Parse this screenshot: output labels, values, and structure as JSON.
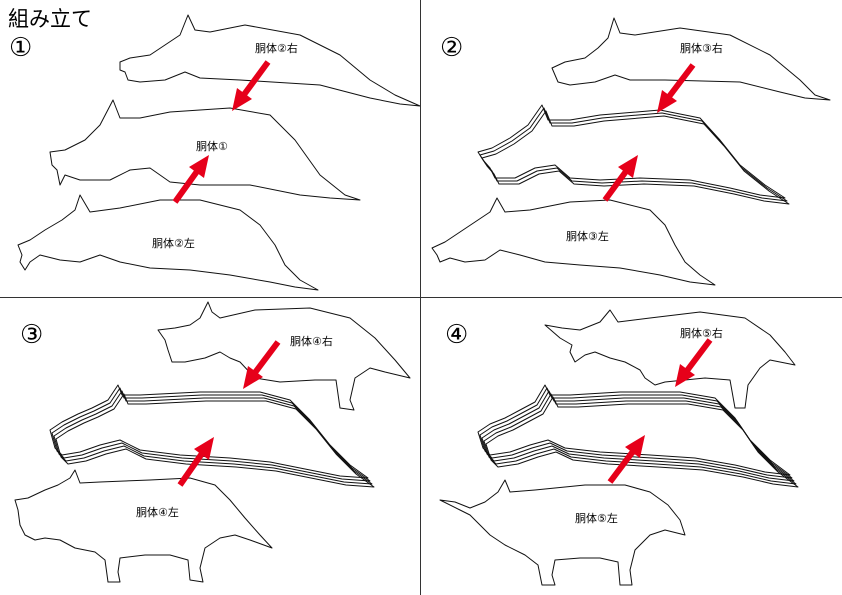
{
  "title": "組み立て",
  "panels": [
    {
      "step": "①",
      "top_label": "胴体②右",
      "middle_label": "胴体①",
      "bottom_label": "胴体②左"
    },
    {
      "step": "②",
      "top_label": "胴体③右",
      "bottom_label": "胴体③左"
    },
    {
      "step": "③",
      "top_label": "胴体④右",
      "bottom_label": "胴体④左"
    },
    {
      "step": "④",
      "top_label": "胴体⑤右",
      "bottom_label": "胴体⑤左"
    }
  ],
  "colors": {
    "arrow": "#e6001a",
    "line": "#111111",
    "background": "#ffffff"
  }
}
